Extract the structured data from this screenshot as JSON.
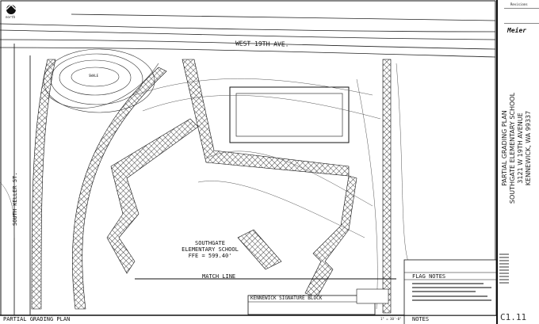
{
  "drawing": {
    "street_north": "WEST 19TH AVE.",
    "street_west": "SOUTH KELLER ST.",
    "swale_label": "SWALE",
    "school_name_line1": "SOUTHGATE",
    "school_name_line2": "ELEMENTARY SCHOOL",
    "ffe": "FFE = 599.40'",
    "match_line": "MATCH LINE",
    "north_arrow_label": "north"
  },
  "signature_block": {
    "title": "KENNEWICK SIGNATURE BLOCK"
  },
  "flag_notes": {
    "title": "FLAG NOTES"
  },
  "notes": {
    "title": "NOTES"
  },
  "bottom_bar": {
    "sheet_label": "PARTIAL GRADING PLAN",
    "scale": "1\" = 30'-0\""
  },
  "title_block": {
    "revisions": "Revisions",
    "firm_logo": "Meier",
    "plan_title": "PARTIAL GRADING PLAN",
    "project": "SOUTHGATE ELEMENTARY SCHOOL",
    "address": "3121 W 19TH AVENUE",
    "city": "KENNEWICK, WA 99337",
    "sheet_number": "C1.11"
  }
}
